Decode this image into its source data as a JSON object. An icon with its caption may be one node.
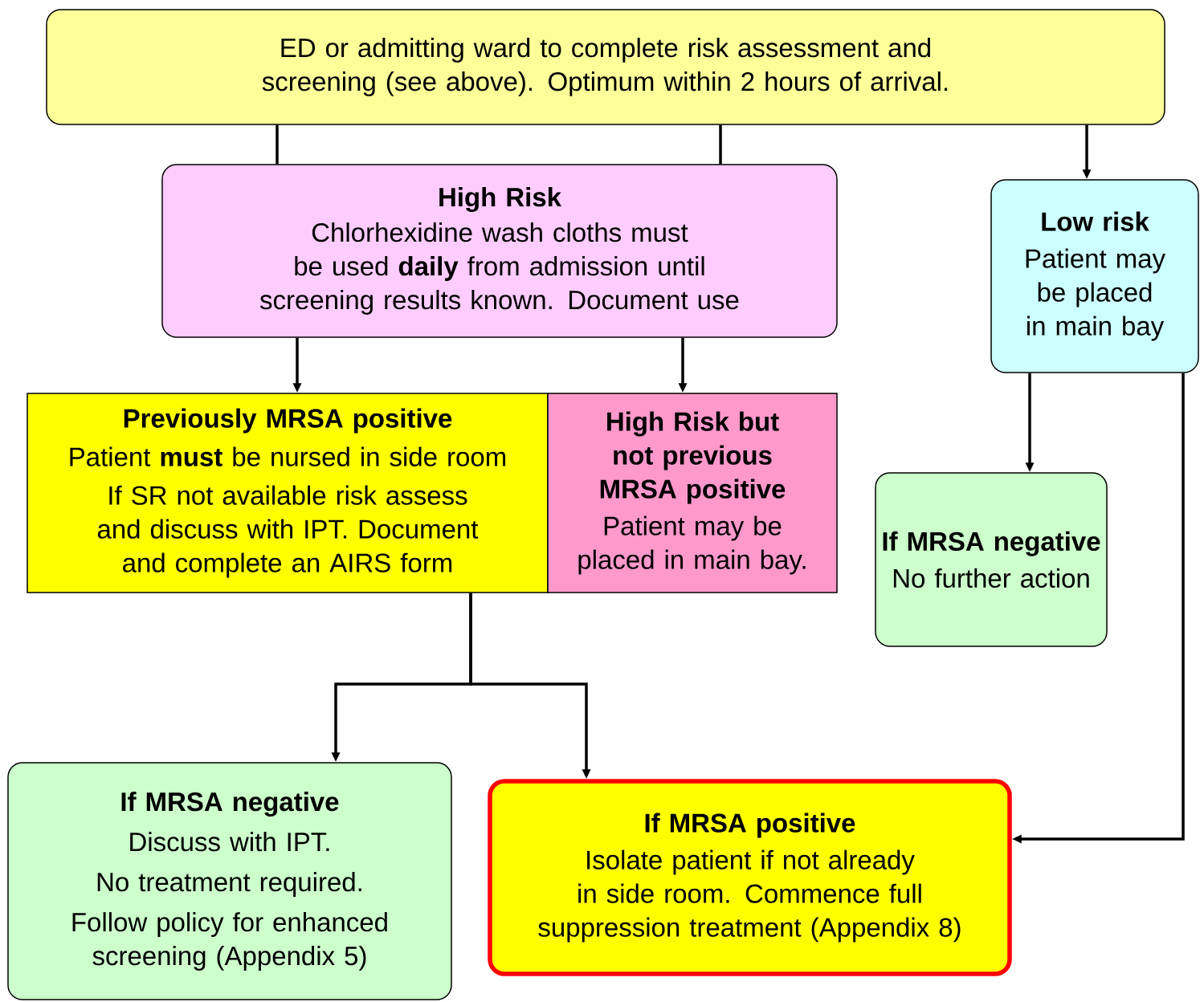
{
  "diagram": {
    "nodes": [
      {
        "text": [
          "ED or admitting ward to complete risk assessment and screening (see above). Optimum within 2 hours of arrival."
        ]
      },
      {
        "text": [
          "High Risk",
          "Chlorhexidine wash cloths must be used **daily** from admission until screening results known. Document use"
        ]
      },
      {
        "text": [
          "Low risk",
          "Patient may be placed in main bay"
        ]
      },
      {
        "text": [
          "Previously MRSA positive",
          "Patient **must** be nursed in side room",
          "If SR not available risk assess and discuss with IPT.  Document and complete an AIRS form"
        ]
      },
      {
        "text": [
          "High Risk but not previous MRSA positive",
          "Patient may be placed in main bay."
        ]
      },
      {
        "text": [
          "If MRSA negative",
          "No further action"
        ]
      },
      {
        "text": [
          "If MRSA negative",
          "Discuss with IPT.",
          "No treatment required.",
          "Follow policy for enhanced screening (Appendix 5)"
        ]
      },
      {
        "text": [
          "If MRSA positive",
          "Isolate patient if not already in side room. Commence full suppression treatment (Appendix 8)"
        ]
      }
    ],
    "edges": [
      {
        "from": 0,
        "to": 1,
        "arrow": "none"
      },
      {
        "from": 0,
        "to": 1,
        "arrow": "none"
      },
      {
        "from": 0,
        "to": 2,
        "arrow": "to"
      },
      {
        "from": 1,
        "to": 3,
        "arrow": "to"
      },
      {
        "from": 1,
        "to": 4,
        "arrow": "to"
      },
      {
        "from": 2,
        "to": 5,
        "arrow": "to"
      },
      {
        "from": 2,
        "to": 7,
        "arrow": "to"
      },
      {
        "from": 3,
        "to": 6,
        "arrow": "to"
      },
      {
        "from": 3,
        "to": 7,
        "arrow": "to"
      }
    ]
  }
}
